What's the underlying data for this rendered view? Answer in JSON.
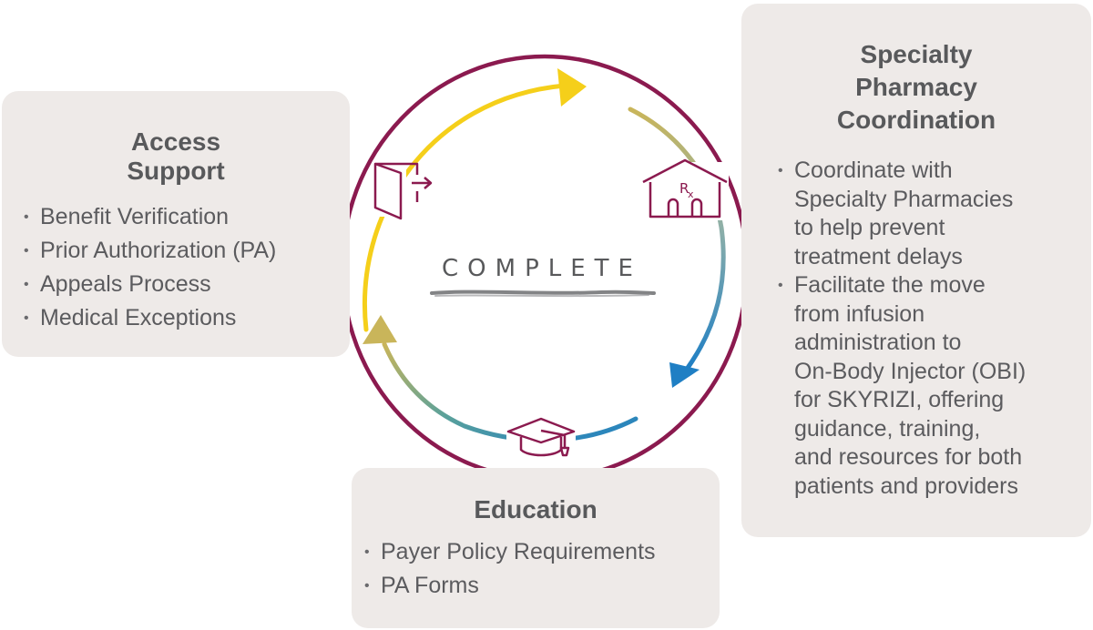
{
  "center": {
    "label": "COMPLETE"
  },
  "access_support": {
    "title_line1": "Access",
    "title_line2": "Support",
    "items": [
      "Benefit Verification",
      "Prior Authorization (PA)",
      "Appeals Process",
      "Medical Exceptions"
    ]
  },
  "specialty_pharmacy": {
    "title_line1": "Specialty",
    "title_line2": "Pharmacy",
    "title_line3": "Coordination",
    "items": [
      {
        "line1": "Coordinate with",
        "line2": "Specialty Pharmacies",
        "line3": "to help prevent",
        "line4": "treatment delays"
      },
      {
        "line1": "Facilitate the move",
        "line2": "from infusion",
        "line3": "administration to",
        "line4": "On-Body Injector (OBI)",
        "line5": "for SKYRIZI, offering",
        "line6": "guidance, training,",
        "line7": "and resources for both",
        "line8": "patients and providers"
      }
    ]
  },
  "education": {
    "title": "Education",
    "items": [
      "Payer Policy Requirements",
      "PA Forms"
    ]
  },
  "icons": {
    "access": "door-arrow-icon",
    "pharmacy": "pharmacy-rx-icon",
    "education": "graduation-cap-icon"
  },
  "colors": {
    "card_bg": "#eeeae8",
    "text": "#58595b",
    "ring": "#8b1a4f",
    "arrow_yellow": "#f5cf1a",
    "arrow_olive": "#c9b55a",
    "arrow_blue": "#1f7fc4",
    "icon": "#8b1a4f"
  }
}
